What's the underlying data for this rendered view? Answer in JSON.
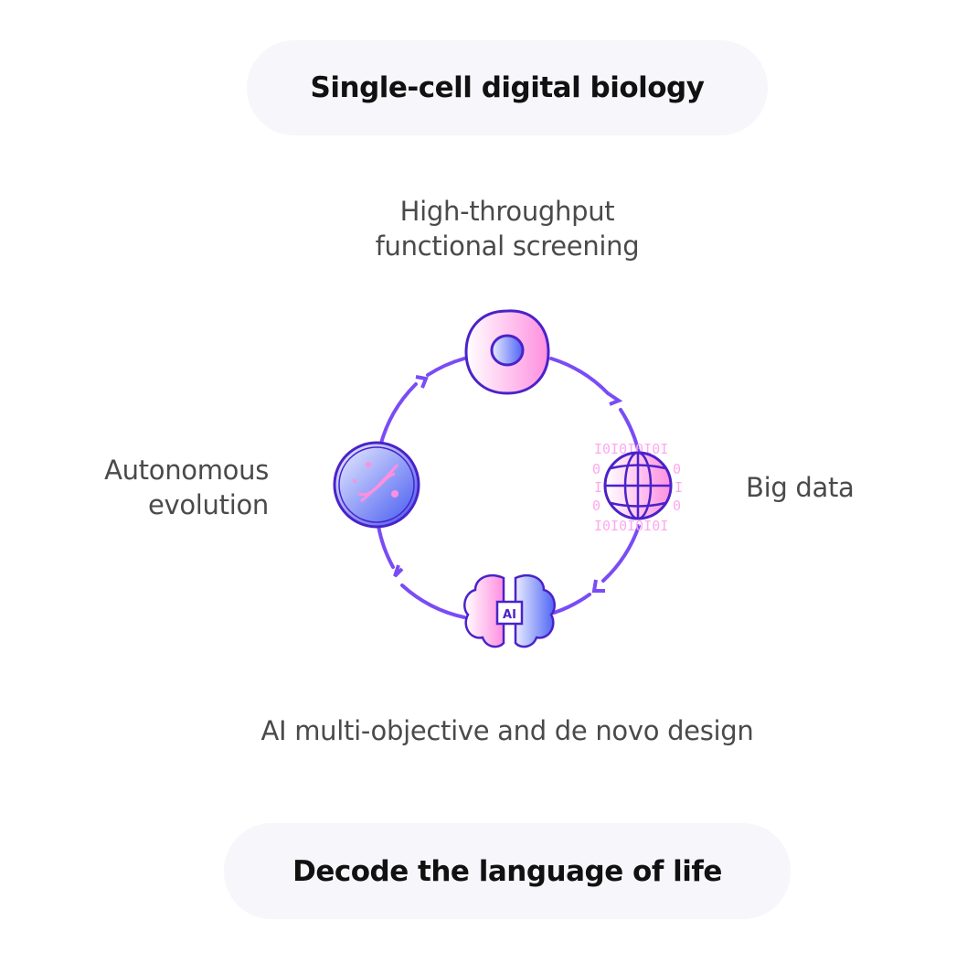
{
  "header": {
    "title": "Single-cell digital biology"
  },
  "cycle": {
    "stages": [
      {
        "label": "High-throughput functional screening",
        "icon": "cell-icon"
      },
      {
        "label": "Big data",
        "icon": "globe-binary-icon"
      },
      {
        "label": "AI multi-objective and de novo design",
        "icon": "ai-brain-icon",
        "badge": "AI"
      },
      {
        "label": "Autonomous evolution",
        "icon": "dna-cell-icon"
      }
    ],
    "label_top_line1": "High-throughput",
    "label_top_line2": "functional screening",
    "label_left_line1": "Autonomous",
    "label_left_line2": "evolution"
  },
  "footer": {
    "title": "Decode the language of life"
  },
  "colors": {
    "accent": "#7a4cf5",
    "outline": "#4b22c9",
    "pink": "#ff8fe0",
    "blue": "#5a6cf5",
    "pill_bg": "#f6f6fb"
  }
}
